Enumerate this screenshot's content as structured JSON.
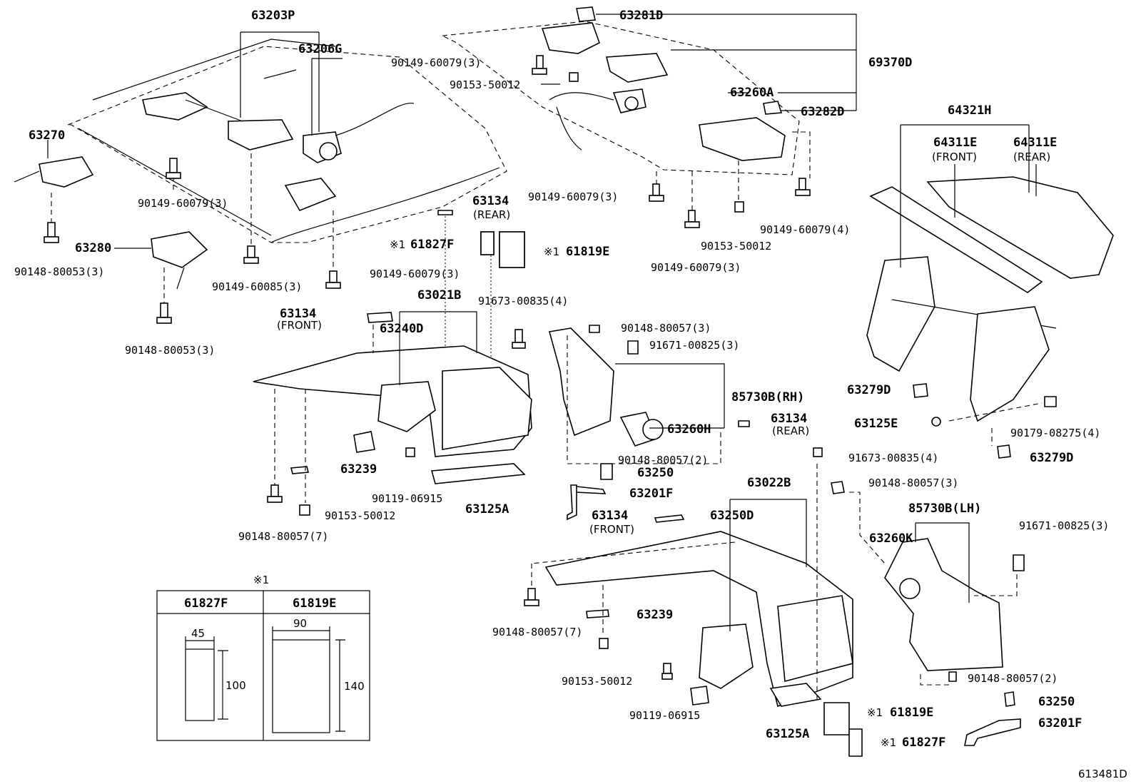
{
  "diagram": {
    "code": "613481D",
    "callouts": [
      {
        "id": "c1",
        "text": "63203P"
      },
      {
        "id": "c2",
        "text": "63206G"
      },
      {
        "id": "c3",
        "text": "63270"
      },
      {
        "id": "c4",
        "text": "90149-60079(3)"
      },
      {
        "id": "c5",
        "text": "63280"
      },
      {
        "id": "c6",
        "text": "90148-80053(3)"
      },
      {
        "id": "c7",
        "text": "90149-60085(3)"
      },
      {
        "id": "c8",
        "text": "90149-60079(3)"
      },
      {
        "id": "c9",
        "text": "90148-80053(3)"
      },
      {
        "id": "c10",
        "text": "63281D"
      },
      {
        "id": "c11",
        "text": "90149-60079(3)"
      },
      {
        "id": "c12",
        "text": "90153-50012"
      },
      {
        "id": "c13",
        "text": "69370D"
      },
      {
        "id": "c14",
        "text": "63260A"
      },
      {
        "id": "c15",
        "text": "63282D"
      },
      {
        "id": "c16",
        "text": "90149-60079(3)"
      },
      {
        "id": "c17",
        "text": "90149-60079(4)"
      },
      {
        "id": "c18",
        "text": "90153-50012"
      },
      {
        "id": "c19",
        "text": "90149-60079(3)"
      },
      {
        "id": "c20",
        "text": "64321H"
      },
      {
        "id": "c21",
        "text": "64311E"
      },
      {
        "id": "c22",
        "text": "(FRONT)"
      },
      {
        "id": "c23",
        "text": "64311E"
      },
      {
        "id": "c24",
        "text": "(REAR)"
      },
      {
        "id": "c25",
        "text": "63134"
      },
      {
        "id": "c26",
        "text": "(REAR)"
      },
      {
        "id": "c27",
        "text": "※1"
      },
      {
        "id": "c28",
        "text": "61827F"
      },
      {
        "id": "c29",
        "text": "※1"
      },
      {
        "id": "c30",
        "text": "61819E"
      },
      {
        "id": "c31",
        "text": "63021B"
      },
      {
        "id": "c32",
        "text": "91673-00835(4)"
      },
      {
        "id": "c33",
        "text": "63134"
      },
      {
        "id": "c34",
        "text": "(FRONT)"
      },
      {
        "id": "c35",
        "text": "63240D"
      },
      {
        "id": "c36",
        "text": "90148-80057(3)"
      },
      {
        "id": "c37",
        "text": "91671-00825(3)"
      },
      {
        "id": "c38",
        "text": "85730B(RH)"
      },
      {
        "id": "c39",
        "text": "63260H"
      },
      {
        "id": "c40",
        "text": "63134"
      },
      {
        "id": "c41",
        "text": "(REAR)"
      },
      {
        "id": "c42",
        "text": "63279D"
      },
      {
        "id": "c43",
        "text": "63125E"
      },
      {
        "id": "c44",
        "text": "90179-08275(4)"
      },
      {
        "id": "c45",
        "text": "63279D"
      },
      {
        "id": "c46",
        "text": "63239"
      },
      {
        "id": "c47",
        "text": "90119-06915"
      },
      {
        "id": "c48",
        "text": "63125A"
      },
      {
        "id": "c49",
        "text": "90148-80057(2)"
      },
      {
        "id": "c50",
        "text": "63250"
      },
      {
        "id": "c51",
        "text": "63201F"
      },
      {
        "id": "c52",
        "text": "91673-00835(4)"
      },
      {
        "id": "c53",
        "text": "63022B"
      },
      {
        "id": "c54",
        "text": "90148-80057(3)"
      },
      {
        "id": "c55",
        "text": "90153-50012"
      },
      {
        "id": "c56",
        "text": "90148-80057(7)"
      },
      {
        "id": "c57",
        "text": "63134"
      },
      {
        "id": "c58",
        "text": "(FRONT)"
      },
      {
        "id": "c59",
        "text": "63250D"
      },
      {
        "id": "c60",
        "text": "85730B(LH)"
      },
      {
        "id": "c61",
        "text": "91671-00825(3)"
      },
      {
        "id": "c62",
        "text": "63260K"
      },
      {
        "id": "c63",
        "text": "63239"
      },
      {
        "id": "c64",
        "text": "90148-80057(7)"
      },
      {
        "id": "c65",
        "text": "90153-50012"
      },
      {
        "id": "c66",
        "text": "90119-06915"
      },
      {
        "id": "c67",
        "text": "90148-80057(2)"
      },
      {
        "id": "c68",
        "text": "63250"
      },
      {
        "id": "c69",
        "text": "63201F"
      },
      {
        "id": "c70",
        "text": "※1"
      },
      {
        "id": "c71",
        "text": "61819E"
      },
      {
        "id": "c72",
        "text": "63125A"
      },
      {
        "id": "c73",
        "text": "※1"
      },
      {
        "id": "c74",
        "text": "61827F"
      }
    ],
    "legend_table": {
      "mark": "※1",
      "col1_title": "61827F",
      "col2_title": "61819E",
      "col1_width": "45",
      "col1_height": "100",
      "col2_width": "90",
      "col2_height": "140"
    }
  }
}
